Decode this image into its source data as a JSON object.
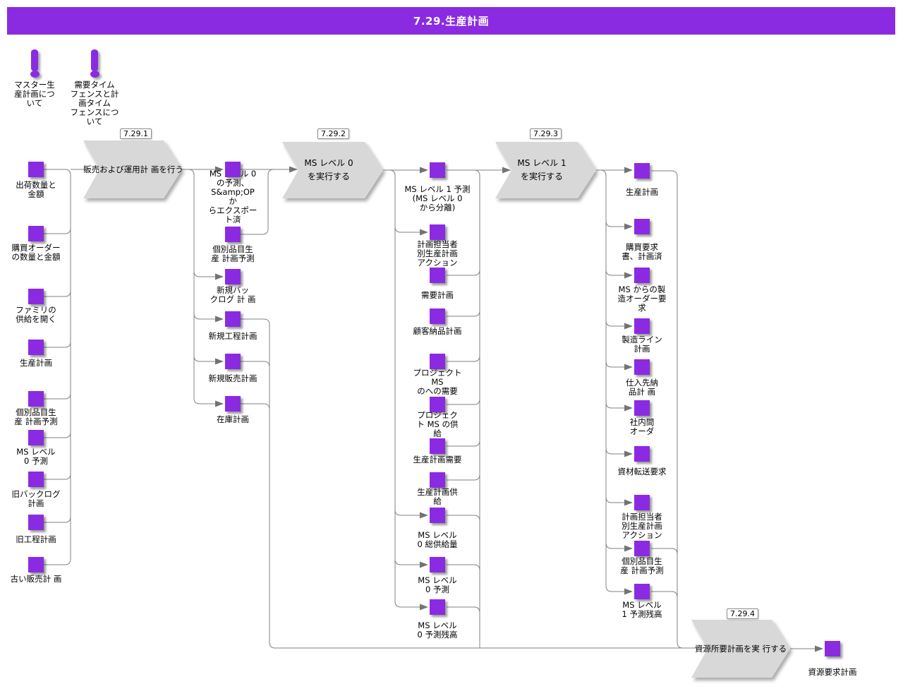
{
  "header": {
    "title": "7.29.生産計画"
  },
  "colors": {
    "accent": "#8a2be2",
    "chevron_fill": "#d8d8d8",
    "line": "#808080",
    "title_text": "#ffffff"
  },
  "notes": [
    "マスター生\n産計画につ\nいて",
    "需要タイム\nフェンスと計\n画タイム\nフェンスにつ\nいて"
  ],
  "chevrons": [
    {
      "badge": "7.29.1",
      "label": "販売および運用計 画を行う"
    },
    {
      "badge": "7.29.2",
      "label": "MS レベル 0\nを実行する"
    },
    {
      "badge": "7.29.3",
      "label": "MS レベル 1\nを実行する"
    },
    {
      "badge": "7.29.4",
      "label": "資源所要計画を実 行する"
    }
  ],
  "col1": [
    "出荷数量と\n金額",
    "購買オーダー\nの数量と金額",
    "ファミリの\n供給を開く",
    "生産計画",
    "個別品目生\n産 計画予測",
    "MS レベル\n0 予測",
    "旧バックログ\n計画",
    "旧工程計画",
    "古い販売計 画"
  ],
  "col2": [
    "MS レベル 0\nの予測、\nS&amp;OP\nか\nらエクスポー\nト済",
    "個別品目生\n産 計画予測",
    "新規バッ\nクログ 計 画",
    "新規工程計画",
    "新規販売計画",
    "在庫計画"
  ],
  "col3": [
    "MS レベル 1 予測\n(MS レベル 0\nから分離)",
    "計画担当者\n別生産計画\nアクション",
    "需要計画",
    "顧客納品計画",
    "プロジェクト\nMS\nのへの需要",
    "プロジェク\nト MS の供\n給",
    "生産計画需要",
    "生産計画供\n給",
    "MS レベル\n0 総供給量",
    "MS レベル\n0 予測",
    "MS レベル\n0 予測残高"
  ],
  "col4": [
    "生産計画",
    "購買要求\n書、計画済",
    "MS からの製\n造オーダー要\n求",
    "製造ライン\n計画",
    "仕入先納\n品計 画",
    "社内間\nオーダ",
    "資材転送要求",
    "計画担当者\n別生産計画\nアクション",
    "個別品目生\n産 計画予測",
    "MS レベル\n1 予測残高"
  ],
  "final": {
    "label": "資源要求計画"
  }
}
